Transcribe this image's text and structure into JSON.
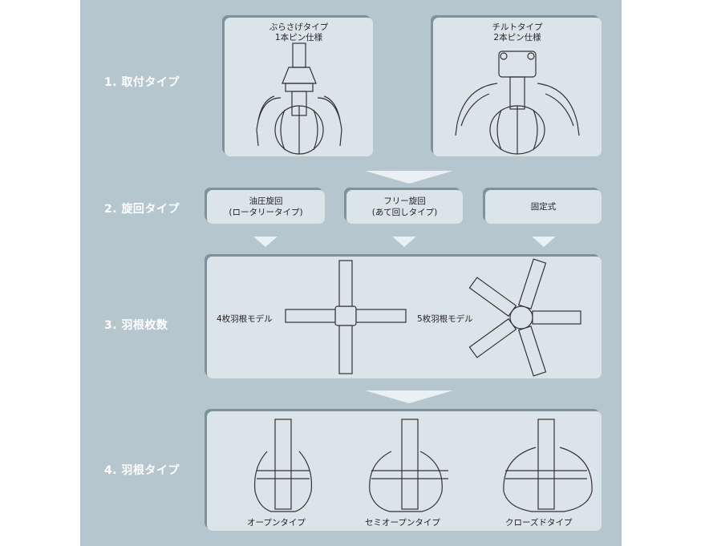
{
  "steps": [
    {
      "label": "1. 取付タイプ"
    },
    {
      "label": "2. 旋回タイプ"
    },
    {
      "label": "3. 羽根枚数"
    },
    {
      "label": "4. 羽根タイプ"
    }
  ],
  "mount_types": [
    {
      "line1": "ぶらさげタイプ",
      "line2": "1本ピン仕様"
    },
    {
      "line1": "チルトタイプ",
      "line2": "2本ピン仕様"
    }
  ],
  "rotation_types": [
    {
      "line1": "油圧旋回",
      "line2": "(ロータリータイプ)"
    },
    {
      "line1": "フリー旋回",
      "line2": "(あて回しタイプ)"
    },
    {
      "line1": "固定式",
      "line2": ""
    }
  ],
  "blade_counts": [
    "4枚羽根モデル",
    "5枚羽根モデル"
  ],
  "blade_types": [
    "オープンタイプ",
    "セミオープンタイプ",
    "クローズドタイプ"
  ]
}
